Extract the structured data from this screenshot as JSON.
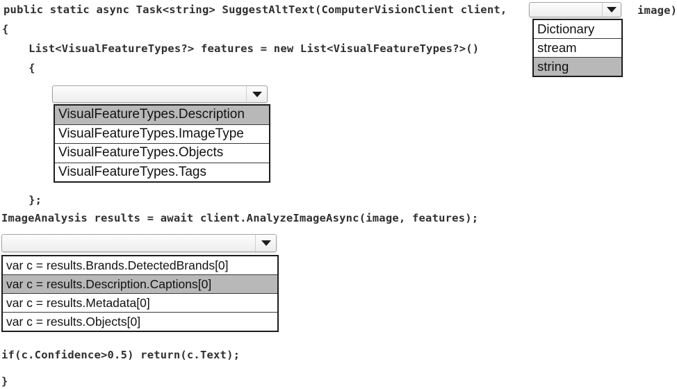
{
  "code": {
    "line1_prefix": "public static async Task<string> SuggestAltText(ComputerVisionClient client,",
    "line1_suffix": "image)",
    "open_brace": "{",
    "features_decl": "    List<VisualFeatureTypes?> features = new List<VisualFeatureTypes?>()",
    "inner_open_brace": "    {",
    "inner_close_brace": "    };",
    "analyze_call": "ImageAnalysis results = await client.AnalyzeImageAsync(image, features);",
    "confidence_check": "if(c.Confidence>0.5) return(c.Text);",
    "close_brace": "}"
  },
  "dropdowns": {
    "param_type": {
      "value": "",
      "options": [
        {
          "label": "Dictionary",
          "selected": false
        },
        {
          "label": "stream",
          "selected": false
        },
        {
          "label": "string",
          "selected": true
        }
      ]
    },
    "visual_feature": {
      "value": "",
      "options": [
        {
          "label": "VisualFeatureTypes.Description",
          "selected": true
        },
        {
          "label": "VisualFeatureTypes.ImageType",
          "selected": false
        },
        {
          "label": "VisualFeatureTypes.Objects",
          "selected": false
        },
        {
          "label": "VisualFeatureTypes.Tags",
          "selected": false
        }
      ]
    },
    "result_assignment": {
      "value": "",
      "options": [
        {
          "label": "var c = results.Brands.DetectedBrands[0]",
          "selected": false
        },
        {
          "label": "var c = results.Description.Captions[0]",
          "selected": true
        },
        {
          "label": "var c = results.Metadata[0]",
          "selected": false
        },
        {
          "label": "var c = results.Objects[0]",
          "selected": false
        }
      ]
    }
  },
  "icons": {
    "dropdown_arrow": "dropdown-arrow-icon"
  },
  "colors": {
    "background": "#ffffff",
    "code_text": "#2f2f2f",
    "selected_option_bg": "#b8b8b8",
    "list_border": "#1c1c1c",
    "combo_border": "#a6a6a6"
  }
}
